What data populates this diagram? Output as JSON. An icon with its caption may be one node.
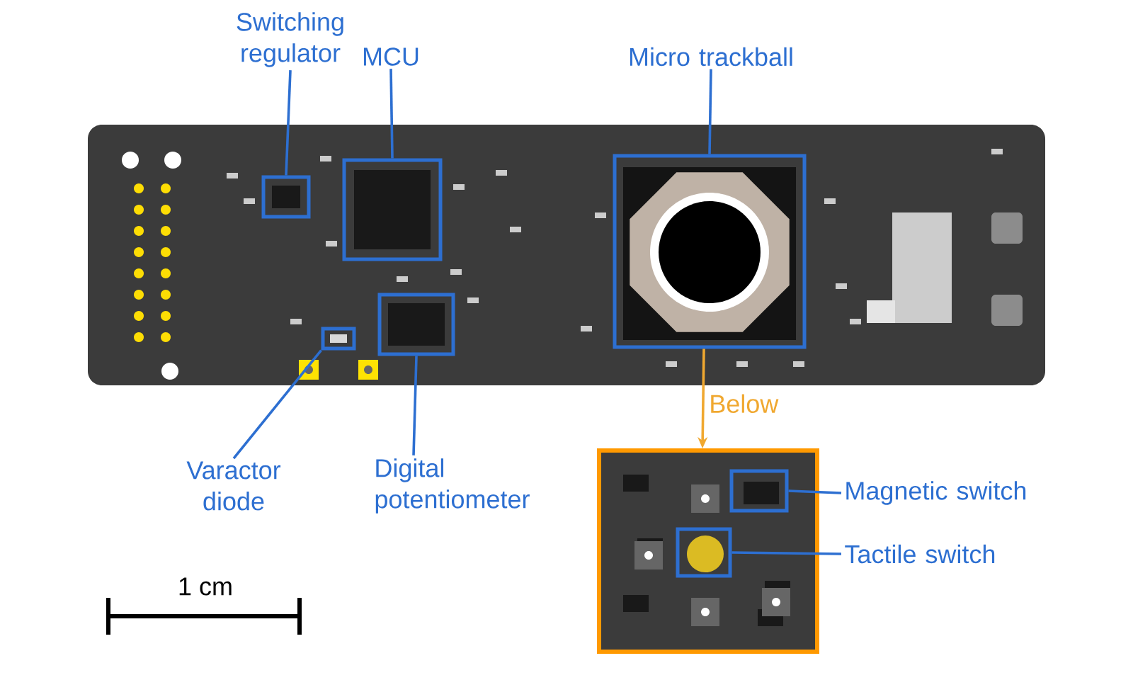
{
  "diagram": {
    "nodes": [
      {
        "text": [
          "Switching regulator"
        ]
      },
      {
        "text": [
          "MCU"
        ]
      },
      {
        "text": [
          "Micro trackball"
        ]
      },
      {
        "text": [
          "Varactor diode"
        ]
      },
      {
        "text": [
          "Digital potentiometer"
        ]
      },
      {
        "text": [
          "Magnetic switch"
        ]
      },
      {
        "text": [
          "Tactile switch"
        ]
      },
      {
        "text": [],
        "shape": "box"
      },
      {
        "text": [],
        "shape": "box"
      },
      {
        "text": [],
        "shape": "box"
      },
      {
        "text": [],
        "shape": "box"
      },
      {
        "text": [],
        "shape": "box"
      },
      {
        "text": [],
        "shape": "picture"
      },
      {
        "text": [],
        "shape": "box",
        "in": 12
      },
      {
        "text": [],
        "shape": "box",
        "in": 12
      }
    ],
    "edges": [
      {
        "from": 0,
        "to": 7,
        "arrow": "none"
      },
      {
        "from": 1,
        "to": 8,
        "arrow": "none"
      },
      {
        "from": 2,
        "to": 9,
        "arrow": "none"
      },
      {
        "from": 3,
        "to": 10,
        "arrow": "none"
      },
      {
        "from": 4,
        "to": 11,
        "arrow": "none"
      },
      {
        "from": 13,
        "to": 5,
        "arrow": "none"
      },
      {
        "from": 14,
        "to": 6,
        "arrow": "none"
      },
      {
        "from": 9,
        "to": 12,
        "arrow": "to",
        "label": "Below",
        "color": "#f0a830"
      }
    ],
    "labels": [
      "1 cm"
    ]
  }
}
